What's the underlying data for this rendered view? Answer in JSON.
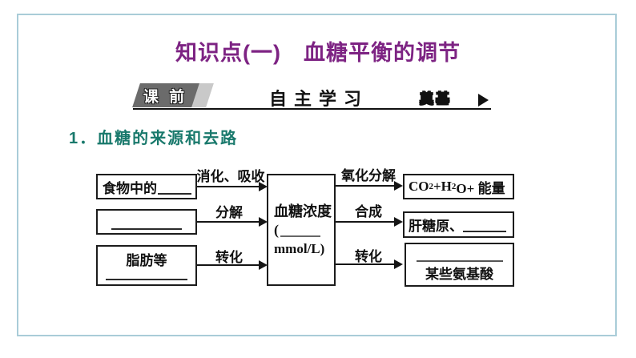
{
  "frame": {
    "border_color": "#a9ccd8"
  },
  "title": {
    "text": "知识点(一)　血糖平衡的调节",
    "color": "#7d2383"
  },
  "banner": {
    "tab_label": "课 前",
    "center_label": "自主学习",
    "right_label": "奠基",
    "arrow_icon": "right-triangle"
  },
  "section_heading": {
    "text": "1．血糖的来源和去路",
    "color": "#19796c"
  },
  "diagram": {
    "source_boxes": [
      {
        "label": "食物中的",
        "blank": "after-label"
      },
      {
        "label": "",
        "blank": "centered"
      },
      {
        "label": "脂肪等",
        "blank": "below-label"
      }
    ],
    "left_arrow_labels": [
      "消化、吸收",
      "分解",
      "转化"
    ],
    "center_box": {
      "line1": "血糖浓度",
      "paren": "(",
      "blank": "inline",
      "unit": "mmol/L)"
    },
    "right_arrow_labels": [
      "氧化分解",
      "合成",
      "转化"
    ],
    "output_boxes": [
      {
        "formula": {
          "p0": "CO",
          "sub0": "2",
          "p1": "+H",
          "sub1": "2",
          "p2": "O+ 能量"
        }
      },
      {
        "label": "肝糖原、",
        "blank": "after-label"
      },
      {
        "label": "某些氨基酸",
        "blank": "above-label"
      }
    ]
  }
}
